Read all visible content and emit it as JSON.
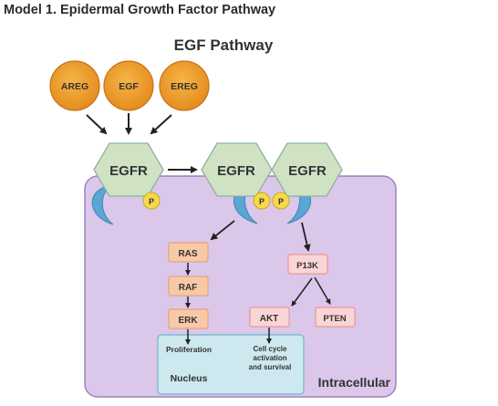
{
  "document": {
    "title": "Model 1. Epidermal Growth Factor Pathway"
  },
  "diagram": {
    "title": "EGF Pathway",
    "ligands": [
      "AREG",
      "EGF",
      "EREG"
    ],
    "receptors": [
      "EGFR",
      "EGFR",
      "EGFR"
    ],
    "phosphate_label": "P",
    "cascade_left": [
      "RAS",
      "RAF",
      "ERK"
    ],
    "cascade_right": [
      "P13K",
      "AKT",
      "PTEN"
    ],
    "nucleus": {
      "label": "Nucleus",
      "outcome_left": "Proliferation",
      "outcome_right_lines": [
        "Cell cycle",
        "activation",
        "and survival"
      ]
    },
    "cell_label": "Intracellular",
    "colors": {
      "ligand_fill": "#f0a12e",
      "ligand_stroke": "#c8701a",
      "receptor_fill": "#cfe3c4",
      "receptor_stroke": "#8fb0a0",
      "receptor_tail": "#5aa7d6",
      "phosphate_fill": "#f7d84a",
      "cell_fill": "#dbc7ea",
      "cell_stroke": "#9e83bd",
      "orange_box": "#f7c9a7",
      "pink_box": "#fbd5d5",
      "nucleus_fill": "#cde8ee"
    }
  }
}
